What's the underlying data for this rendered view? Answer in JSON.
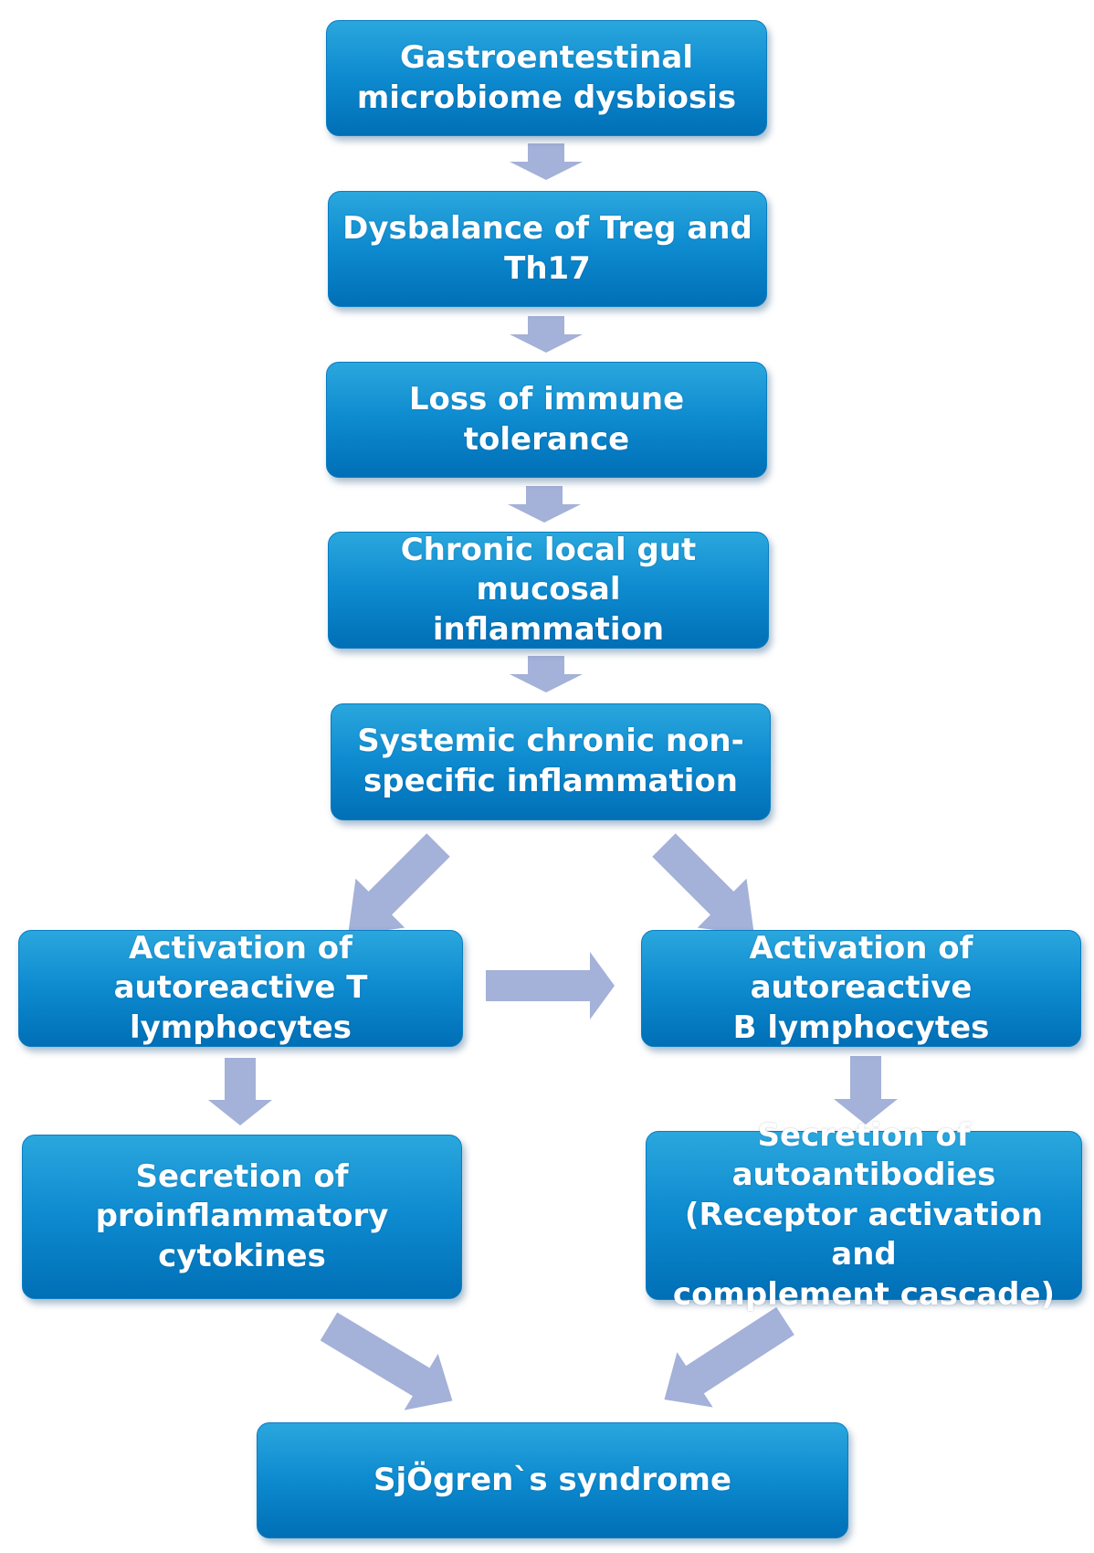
{
  "nodes": {
    "gastro": "Gastroentestinal\nmicrobiome dysbiosis",
    "treg": "Dysbalance of Treg and\nTh17",
    "tolerance": "Loss of immune tolerance",
    "gut": "Chronic local gut mucosal\ninflammation",
    "systemic": "Systemic chronic non-\nspecific inflammation",
    "tcells": "Activation of autoreactive T\nlymphocytes",
    "bcells": "Activation of autoreactive\nB lymphocytes",
    "cytokines": "Secretion of\nproinflammatory\ncytokines",
    "autoantibodies": "Secretion of\nautoantibodies\n(Receptor activation and\ncomplement cascade)",
    "sjogren": "SjÖgren`s syndrome"
  },
  "colors": {
    "box_top": "#2aa7dd",
    "box_bottom": "#006fb6",
    "arrow": "#a4b1d8",
    "text": "#ffffff"
  }
}
